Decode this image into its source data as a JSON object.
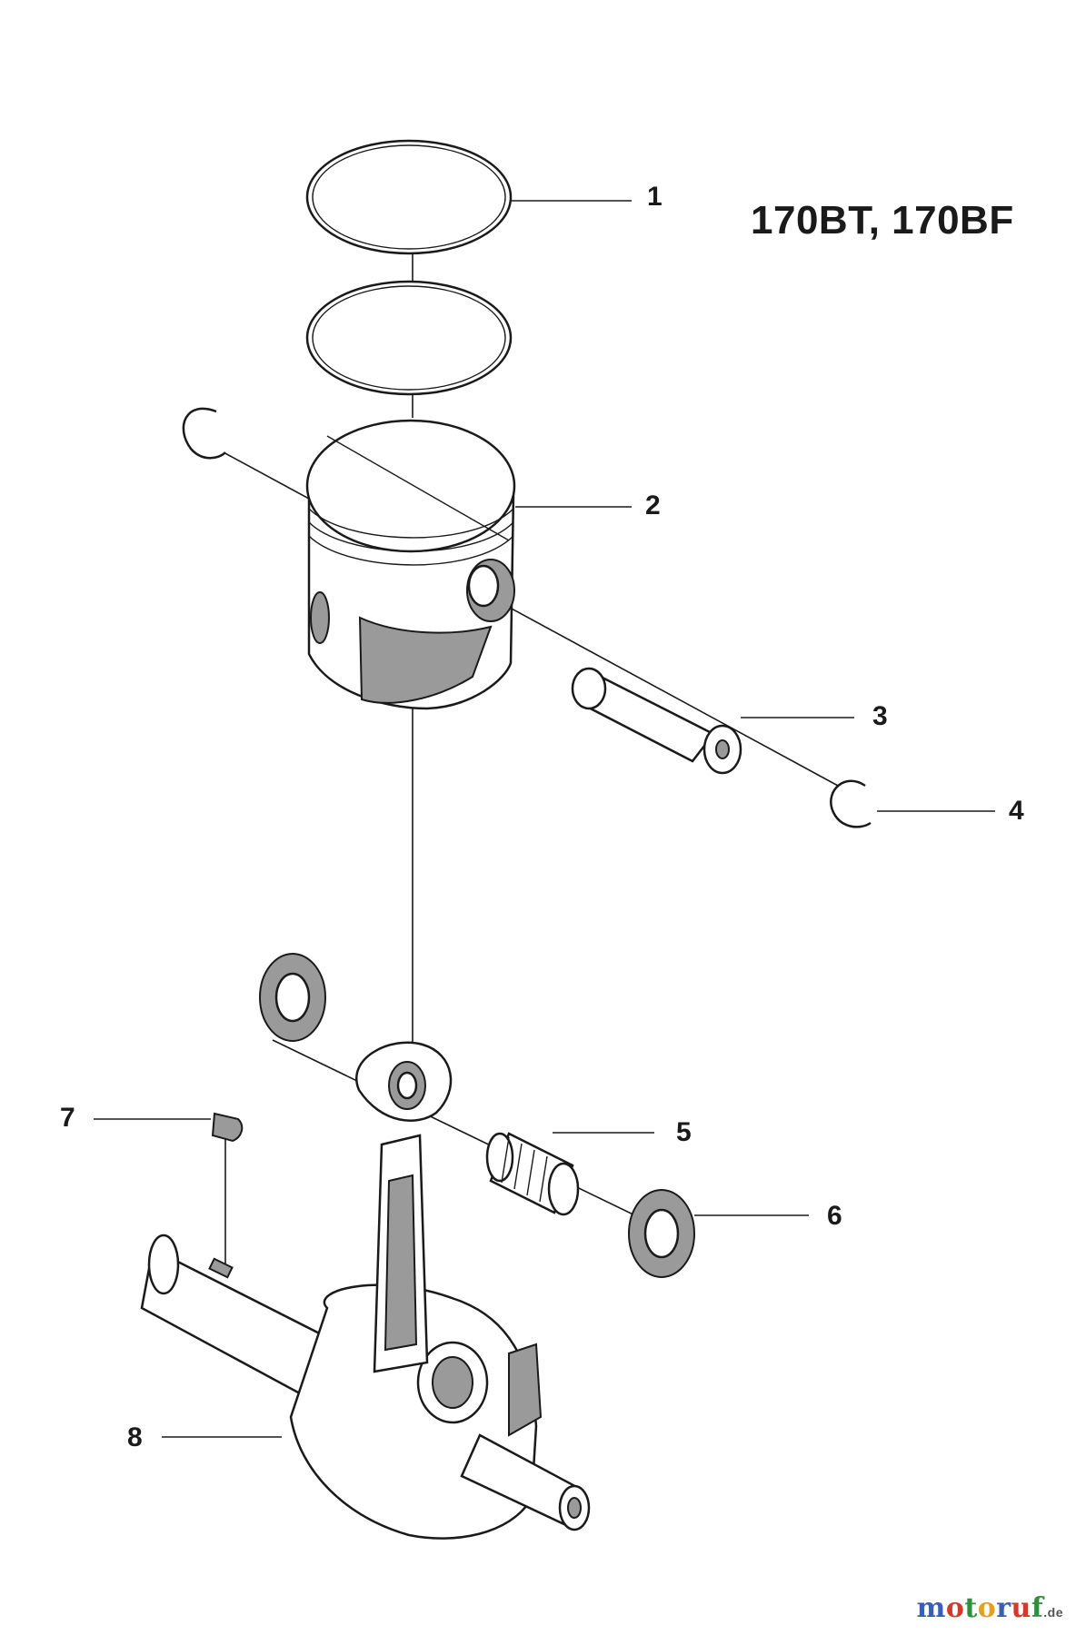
{
  "title": "170BT, 170BF",
  "callouts": [
    "1",
    "2",
    "3",
    "4",
    "5",
    "6",
    "7",
    "8"
  ],
  "watermark": {
    "letters": [
      "m",
      "o",
      "t",
      "o",
      "r",
      "u",
      "f"
    ],
    "tld": ".de",
    "colors": [
      "#3a5fb0",
      "#d23a2a",
      "#2f8f3a",
      "#e2a21a",
      "#3a5fb0",
      "#d23a2a",
      "#2f8f3a"
    ]
  }
}
